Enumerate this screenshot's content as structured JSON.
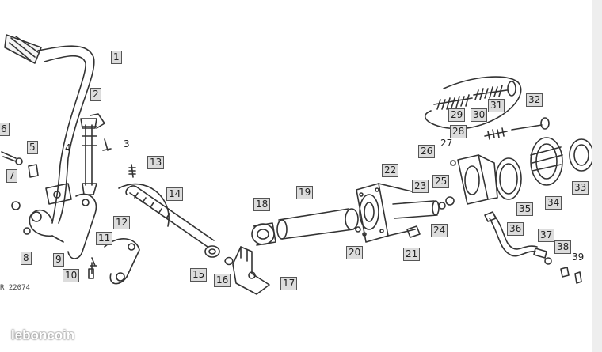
{
  "labels": {
    "l1": "1",
    "l2": "2",
    "l3": "3",
    "l4": "4",
    "l5": "5",
    "l6": "6",
    "l7": "7",
    "l8": "8",
    "l9": "9",
    "l10": "10",
    "l11": "11",
    "l12": "12",
    "l13": "13",
    "l14": "14",
    "l15": "15",
    "l16": "16",
    "l17": "17",
    "l18": "18",
    "l19": "19",
    "l20": "20",
    "l21": "21",
    "l22": "22",
    "l23": "23",
    "l24": "24",
    "l25": "25",
    "l26": "26",
    "l27": "27",
    "l28": "28",
    "l29": "29",
    "l30": "30",
    "l31": "31",
    "l32": "32",
    "l33": "33",
    "l34": "34",
    "l35": "35",
    "l36": "36",
    "l37": "37",
    "l38": "38",
    "l39": "39"
  },
  "figure_number": "R 22074",
  "watermark": "leboncoin",
  "colors": {
    "line": "#333333",
    "label_fill": "#dcdcdc"
  }
}
